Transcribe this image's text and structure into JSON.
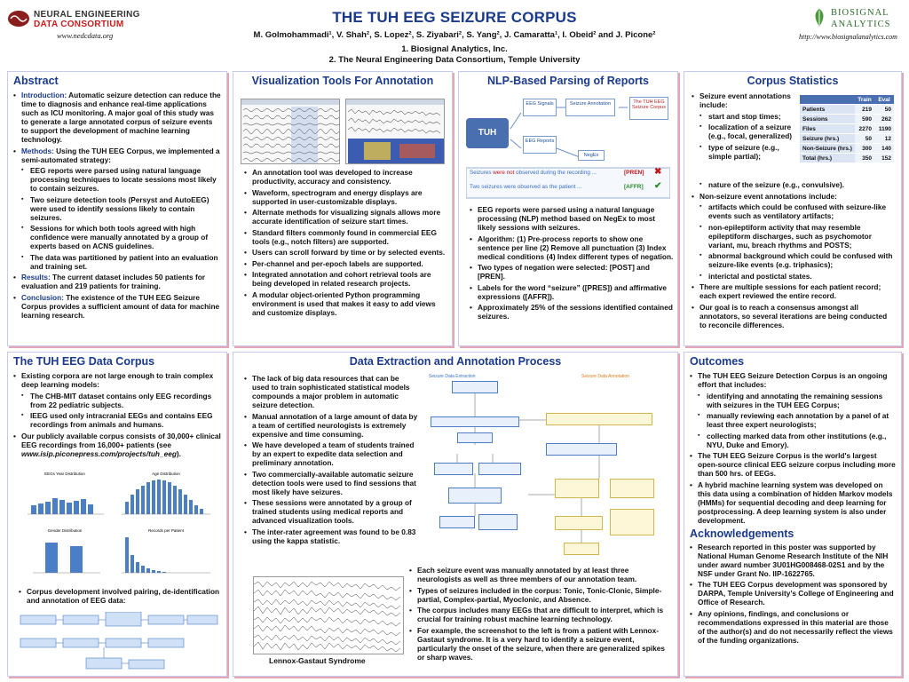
{
  "header": {
    "title": "THE TUH EEG SEIZURE CORPUS",
    "authors": "M. Golmohammadi¹, V. Shah², S. Lopez², S. Ziyabari², S. Yang², J. Camaratta¹, I. Obeid² and J. Picone²",
    "affil1": "1. Biosignal Analytics, Inc.",
    "affil2": "2. The Neural Engineering Data Consortium, Temple University",
    "logo_left_line1": "NEURAL ENGINEERING",
    "logo_left_line2": "DATA CONSORTIUM",
    "url_left": "www.nedcdata.org",
    "logo_right_line1": "BIOSIGNAL",
    "logo_right_line2": "ANALYTICS",
    "url_right": "http://www.biosignalanalytics.com"
  },
  "abstract": {
    "title": "Abstract",
    "intro_label": "Introduction:",
    "intro": " Automatic seizure detection can reduce the time to diagnosis and enhance real-time applications such as ICU monitoring. A major goal of this study was to generate a large annotated corpus of seizure events to support the development of machine learning technology.",
    "methods_label": "Methods:",
    "methods": " Using the TUH EEG Corpus, we implemented a semi-automated strategy:",
    "sub": [
      "EEG reports were parsed using natural language processing techniques to locate sessions most likely to contain seizures.",
      "Two seizure detection tools (Persyst and AutoEEG) were used to identify sessions likely to contain seizures.",
      "Sessions for which both tools agreed with high confidence were manually annotated by a group of experts based on ACNS guidelines.",
      "The data was partitioned by patient into an evaluation and training set."
    ],
    "results_label": "Results:",
    "results": " The current dataset includes 50 patients for evaluation and 219 patients for training.",
    "conclusion_label": "Conclusion:",
    "conclusion": " The existence of the TUH EEG Seizure Corpus provides a sufficient amount of data for machine learning research."
  },
  "viz": {
    "title": "Visualization Tools For Annotation",
    "items": [
      "An annotation tool was developed to increase productivity, accuracy and consistency.",
      "Waveform, spectrogram and energy displays are supported in user-customizable displays.",
      "Alternate methods for visualizing signals allows more accurate identification of seizure start times.",
      "Standard filters commonly found in commercial EEG tools (e.g., notch filters) are supported.",
      "Users can scroll forward by time or by selected events.",
      "Per-channel and per-epoch labels are supported.",
      "Integrated annotation and cohort retrieval tools are being developed in related research projects.",
      "A modular object-oriented Python programming environment is used that makes it easy to add views and customize displays."
    ]
  },
  "nlp": {
    "title": "NLP-Based Parsing of Reports",
    "diagram": {
      "tuh": "TUH",
      "eeg_signals": "EEG Signals",
      "eeg_reports": "EEG Reports",
      "seizure_annotation": "Seizure Annotation",
      "negex": "NegEx",
      "corpus": "The TUH EEG Seizure Corpus",
      "row1_pre": "Seizures ",
      "row1_red": "were not",
      "row1_post": " observed during the recording ...",
      "row1_tag": "[PREN]",
      "row2": "Two seizures were observed as the patient ...",
      "row2_tag": "[AFFR]"
    },
    "items": [
      "EEG reports were parsed using a natural language processing (NLP) method based on NegEx to most likely sessions with seizures.",
      "Algorithm: (1) Pre-process reports to show one sentence per line (2) Remove all punctuation (3) Index medical conditions (4) Index different types of negation.",
      "Two types of negation were selected: [POST] and [PREN].",
      "Labels for the word “seizure” ([PRES]) and affirmative expressions ([AFFR]).",
      "Approximately 25% of the sessions identified contained seizures."
    ]
  },
  "stats": {
    "title": "Corpus Statistics",
    "table_headers": [
      "",
      "Train",
      "Eval"
    ],
    "table_rows": [
      [
        "Patients",
        "219",
        "50"
      ],
      [
        "Sessions",
        "590",
        "262"
      ],
      [
        "Files",
        "2270",
        "1190"
      ],
      [
        "Seizure (hrs.)",
        "50",
        "12"
      ],
      [
        "Non-Seizure (hrs.)",
        "300",
        "140"
      ],
      [
        "Total (hrs.)",
        "350",
        "152"
      ]
    ],
    "item1": "Seizure event annotations include:",
    "sub1": [
      "start and stop times;",
      "localization of a seizure (e.g., focal, generalized)",
      "type of seizure (e.g., simple partial);",
      "nature of the seizure (e.g., convulsive)."
    ],
    "item2": "Non-seizure event annotations include:",
    "sub2": [
      "artifacts which could be confused with seizure-like events such as ventilatory artifacts;",
      "non-epileptiform activity that may resemble epileptiform discharges, such as psychomotor variant, mu, breach rhythms and POSTS;",
      "abnormal background which could be confused with seizure-like events (e.g. triphasics);",
      "interictal and postictal states."
    ],
    "item3": "There are multiple sessions for each patient record; each expert reviewed the entire record.",
    "item4": "Our goal is to reach a consensus amongst all annotators, so several iterations are being conducted to reconcile differences."
  },
  "data_corpus": {
    "title": "The TUH EEG Data Corpus",
    "item1": "Existing corpora are not large enough to train complex deep learning models:",
    "sub1": [
      "The CHB-MIT dataset contains only EEG recordings from 22 pediatric subjects.",
      "IEEG used only intracranial EEGs and contains EEG recordings from animals and humans."
    ],
    "item2_pre": "Our publicly available corpus consists of 30,000+ clinical EEG recordings from 16,000+ patients (see ",
    "item2_link": "www.isip.piconepress.com/projects/tuh_eeg",
    "item2_post": ").",
    "chart_titles": [
      "EEGs Year Distribution",
      "Age Distribution",
      "Gender Distribution",
      "Records per Patient"
    ],
    "item3": "Corpus development involved pairing, de-identification and annotation of EEG data:"
  },
  "extraction": {
    "title": "Data Extraction and Annotation Process",
    "items": [
      "The lack of big data resources that can be used to train sophisticated statistical models compounds a major problem in automatic seizure detection.",
      "Manual annotation of a large amount of data by a team of certified neurologists is extremely expensive and time consuming.",
      "We have developed a team of students trained by an expert to expedite data selection and preliminary annotation.",
      "Two commercially-available automatic seizure detection tools were used to find sessions that most likely have seizures.",
      "These sessions were annotated by a group of trained students using medical reports and advanced visualization tools.",
      "The inter-rater agreement was found to be 0.83 using the kappa statistic."
    ],
    "flow_left": "Seizure Data Extraction",
    "flow_right": "Seizure Data Annotation",
    "items2": [
      "Each seizure event was manually annotated by at least three neurologists as well as three members of our annotation team.",
      "Types of seizures included in the corpus: Tonic, Tonic-Clonic, Simple-partial, Complex-partial, Myoclonic, and Absence.",
      "The corpus includes many EEGs that are difficult to interpret, which is crucial for training robust machine learning technology.",
      "For example, the screenshot to the left is from a patient with Lennox-Gastaut syndrome. It is a very hard to identify a seizure event, particularly the onset of the seizure, when there are generalized spikes or sharp waves."
    ],
    "caption": "Lennox-Gastaut Syndrome"
  },
  "outcomes": {
    "title": "Outcomes",
    "item1": "The TUH EEG Seizure Detection Corpus is an ongoing effort that includes:",
    "sub1": [
      "identifying and annotating the remaining sessions with seizures in the TUH EEG Corpus;",
      "manually reviewing each annotation by a panel of at least three expert neurologists;",
      "collecting marked data from other institutions (e.g., NYU, Duke and Emory)."
    ],
    "item2": "The TUH EEG Seizure Corpus is the world's largest open-source clinical EEG seizure corpus including more than 500 hrs. of EEGs.",
    "item3": "A hybrid machine learning system was developed on this data using a combination of hidden Markov models (HMMs) for sequential decoding and deep learning for postprocessing. A deep learning system is also under development."
  },
  "ack": {
    "title": "Acknowledgements",
    "items": [
      "Research reported in this poster was supported by  National Human Genome Research Institute of the NIH under award number 3U01HG008468-02S1 and by the NSF under Grant No. IIP-1622765.",
      "The TUH EEG Corpus development was sponsored by DARPA,  Temple University’s College of Engineering and Office of Research.",
      "Any opinions, findings, and conclusions or recommendations expressed in this material are those of the author(s) and do not necessarily reflect the views of the funding organizations."
    ]
  },
  "colors": {
    "title_blue": "#1a3a8a",
    "panel_border": "#c7caf0",
    "shadow_pink": "#e3a6b8",
    "table_header": "#4a6fb0"
  }
}
